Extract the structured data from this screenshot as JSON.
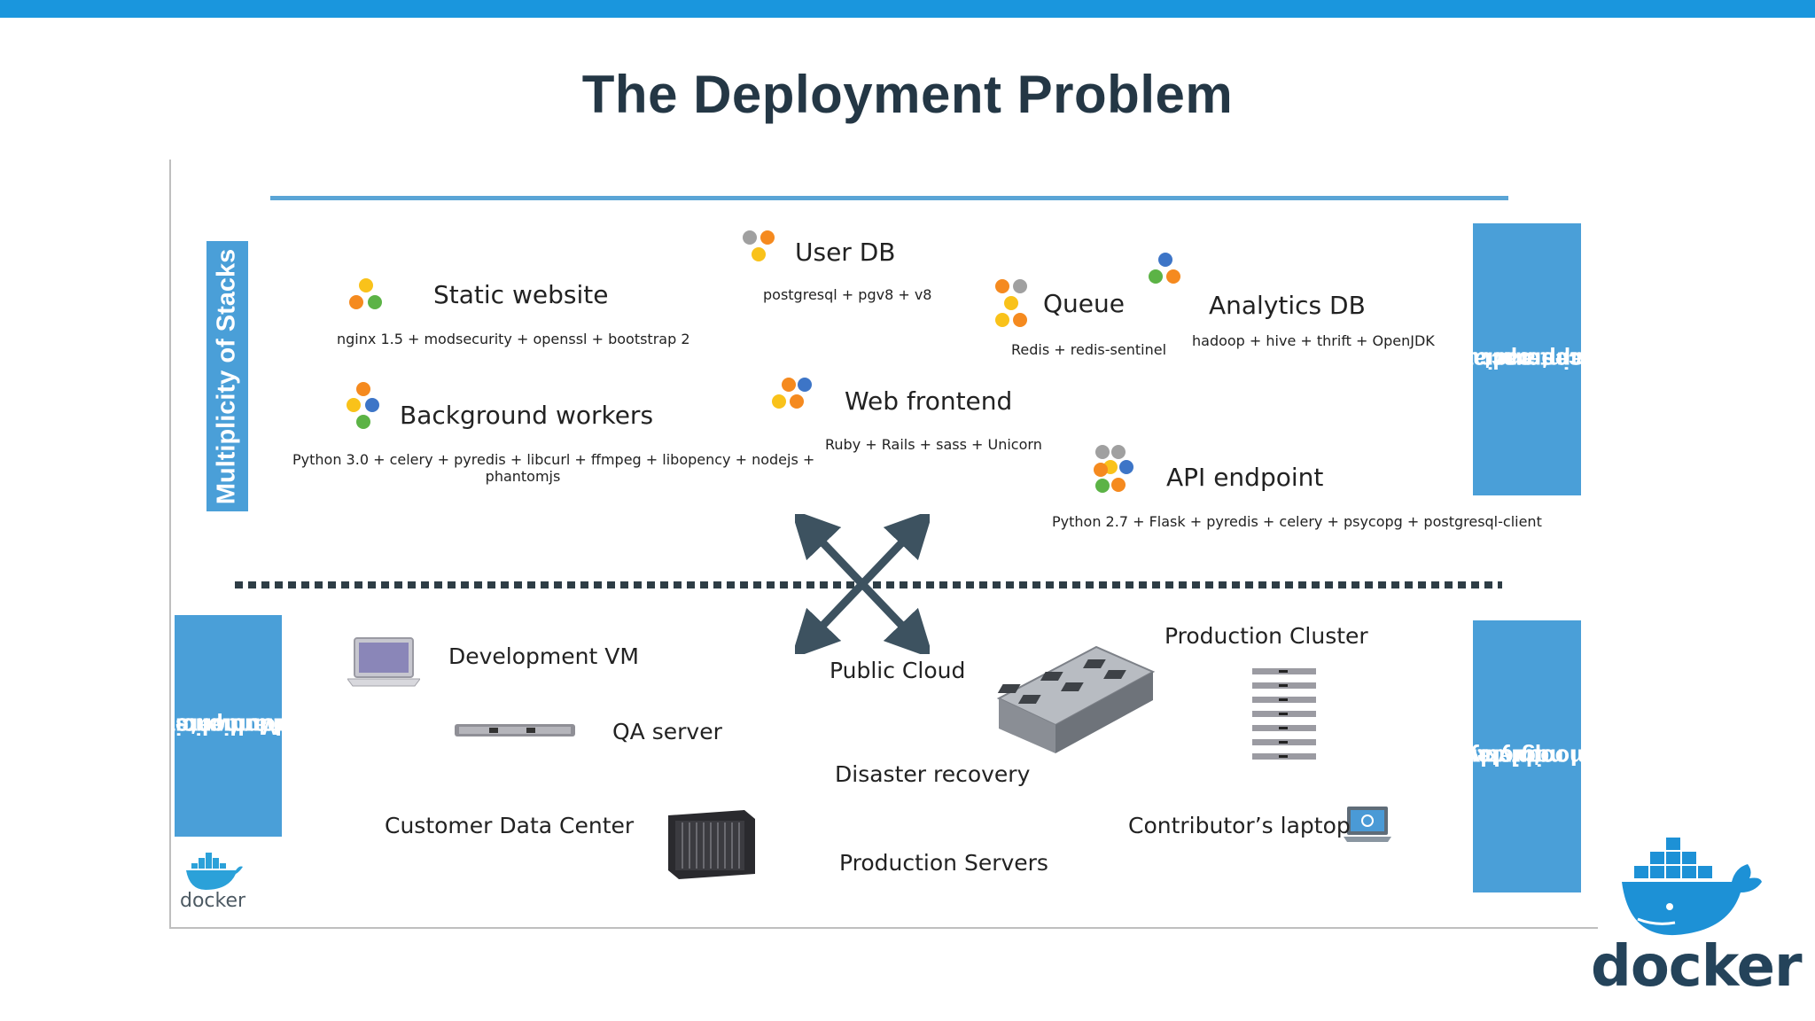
{
  "slide": {
    "title": "The Deployment Problem"
  },
  "sideboxes": {
    "stacks": "Multiplicity of Stacks",
    "hardware": [
      "Multiplicity of",
      "hardware",
      "environments"
    ],
    "services": [
      "Do services and apps",
      "interact",
      "appropriately?"
    ],
    "migrate": [
      "Can I migrate",
      "smoothly and",
      "quickly?"
    ]
  },
  "stacks": [
    {
      "name": "Static website",
      "components": "nginx 1.5 + modsecurity + openssl + bootstrap 2"
    },
    {
      "name": "User DB",
      "components": "postgresql + pgv8 + v8"
    },
    {
      "name": "Queue",
      "components": "Redis + redis-sentinel"
    },
    {
      "name": "Analytics DB",
      "components": "hadoop + hive + thrift + OpenJDK"
    },
    {
      "name": "Background workers",
      "components": [
        "Python 3.0 + celery + pyredis + libcurl + ffmpeg + libopency + nodejs +",
        "phantomjs"
      ]
    },
    {
      "name": "Web frontend",
      "components": "Ruby + Rails + sass + Unicorn"
    },
    {
      "name": "API endpoint",
      "components": "Python 2.7 + Flask + pyredis + celery + psycopg + postgresql-client"
    }
  ],
  "environments": {
    "dev_vm": "Development VM",
    "qa_server": "QA server",
    "customer_dc": "Customer Data Center",
    "public_cloud": "Public Cloud",
    "disaster_recovery": "Disaster recovery",
    "production_servers": "Production Servers",
    "production_cluster": "Production Cluster",
    "contributor_laptop": "Contributor’s laptop"
  },
  "logos": {
    "small": "docker",
    "large": "docker"
  },
  "colors": {
    "accent_blue": "#1a96dd",
    "box_blue": "#4a9fd8",
    "title": "#243745",
    "hex_orange": "#f58a1f",
    "hex_yellow": "#f9c21a",
    "hex_blue": "#3d75c7",
    "hex_green": "#5cb346",
    "hex_grey": "#a0a0a0"
  }
}
